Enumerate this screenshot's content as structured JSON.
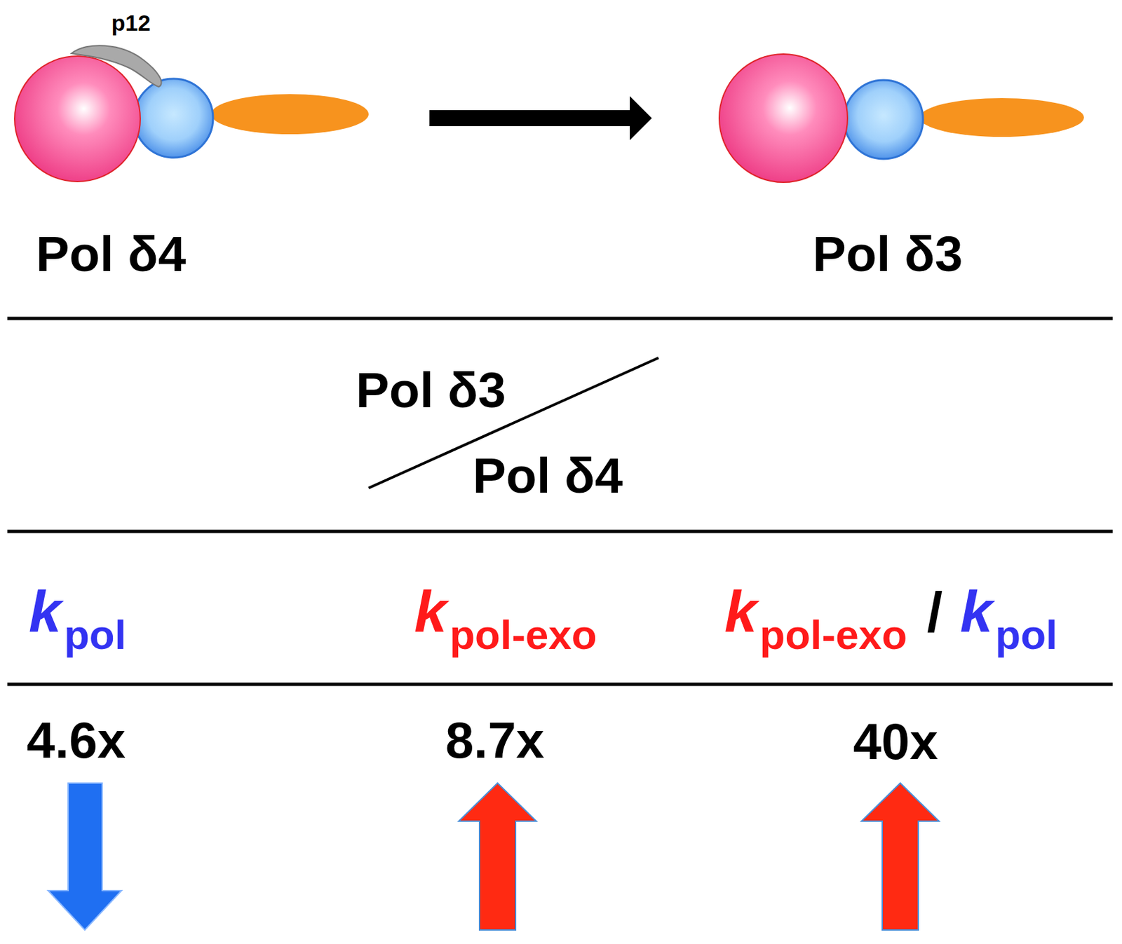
{
  "diagram": {
    "labels": [
      "p12",
      "Pol δ4",
      "Pol δ3",
      "Pol δ3",
      "Pol δ4",
      "k",
      "pol",
      "k",
      "pol-exo",
      "k",
      "pol-exo",
      "/",
      "k",
      "pol",
      "4.6x",
      "8.7x",
      "40x"
    ]
  }
}
